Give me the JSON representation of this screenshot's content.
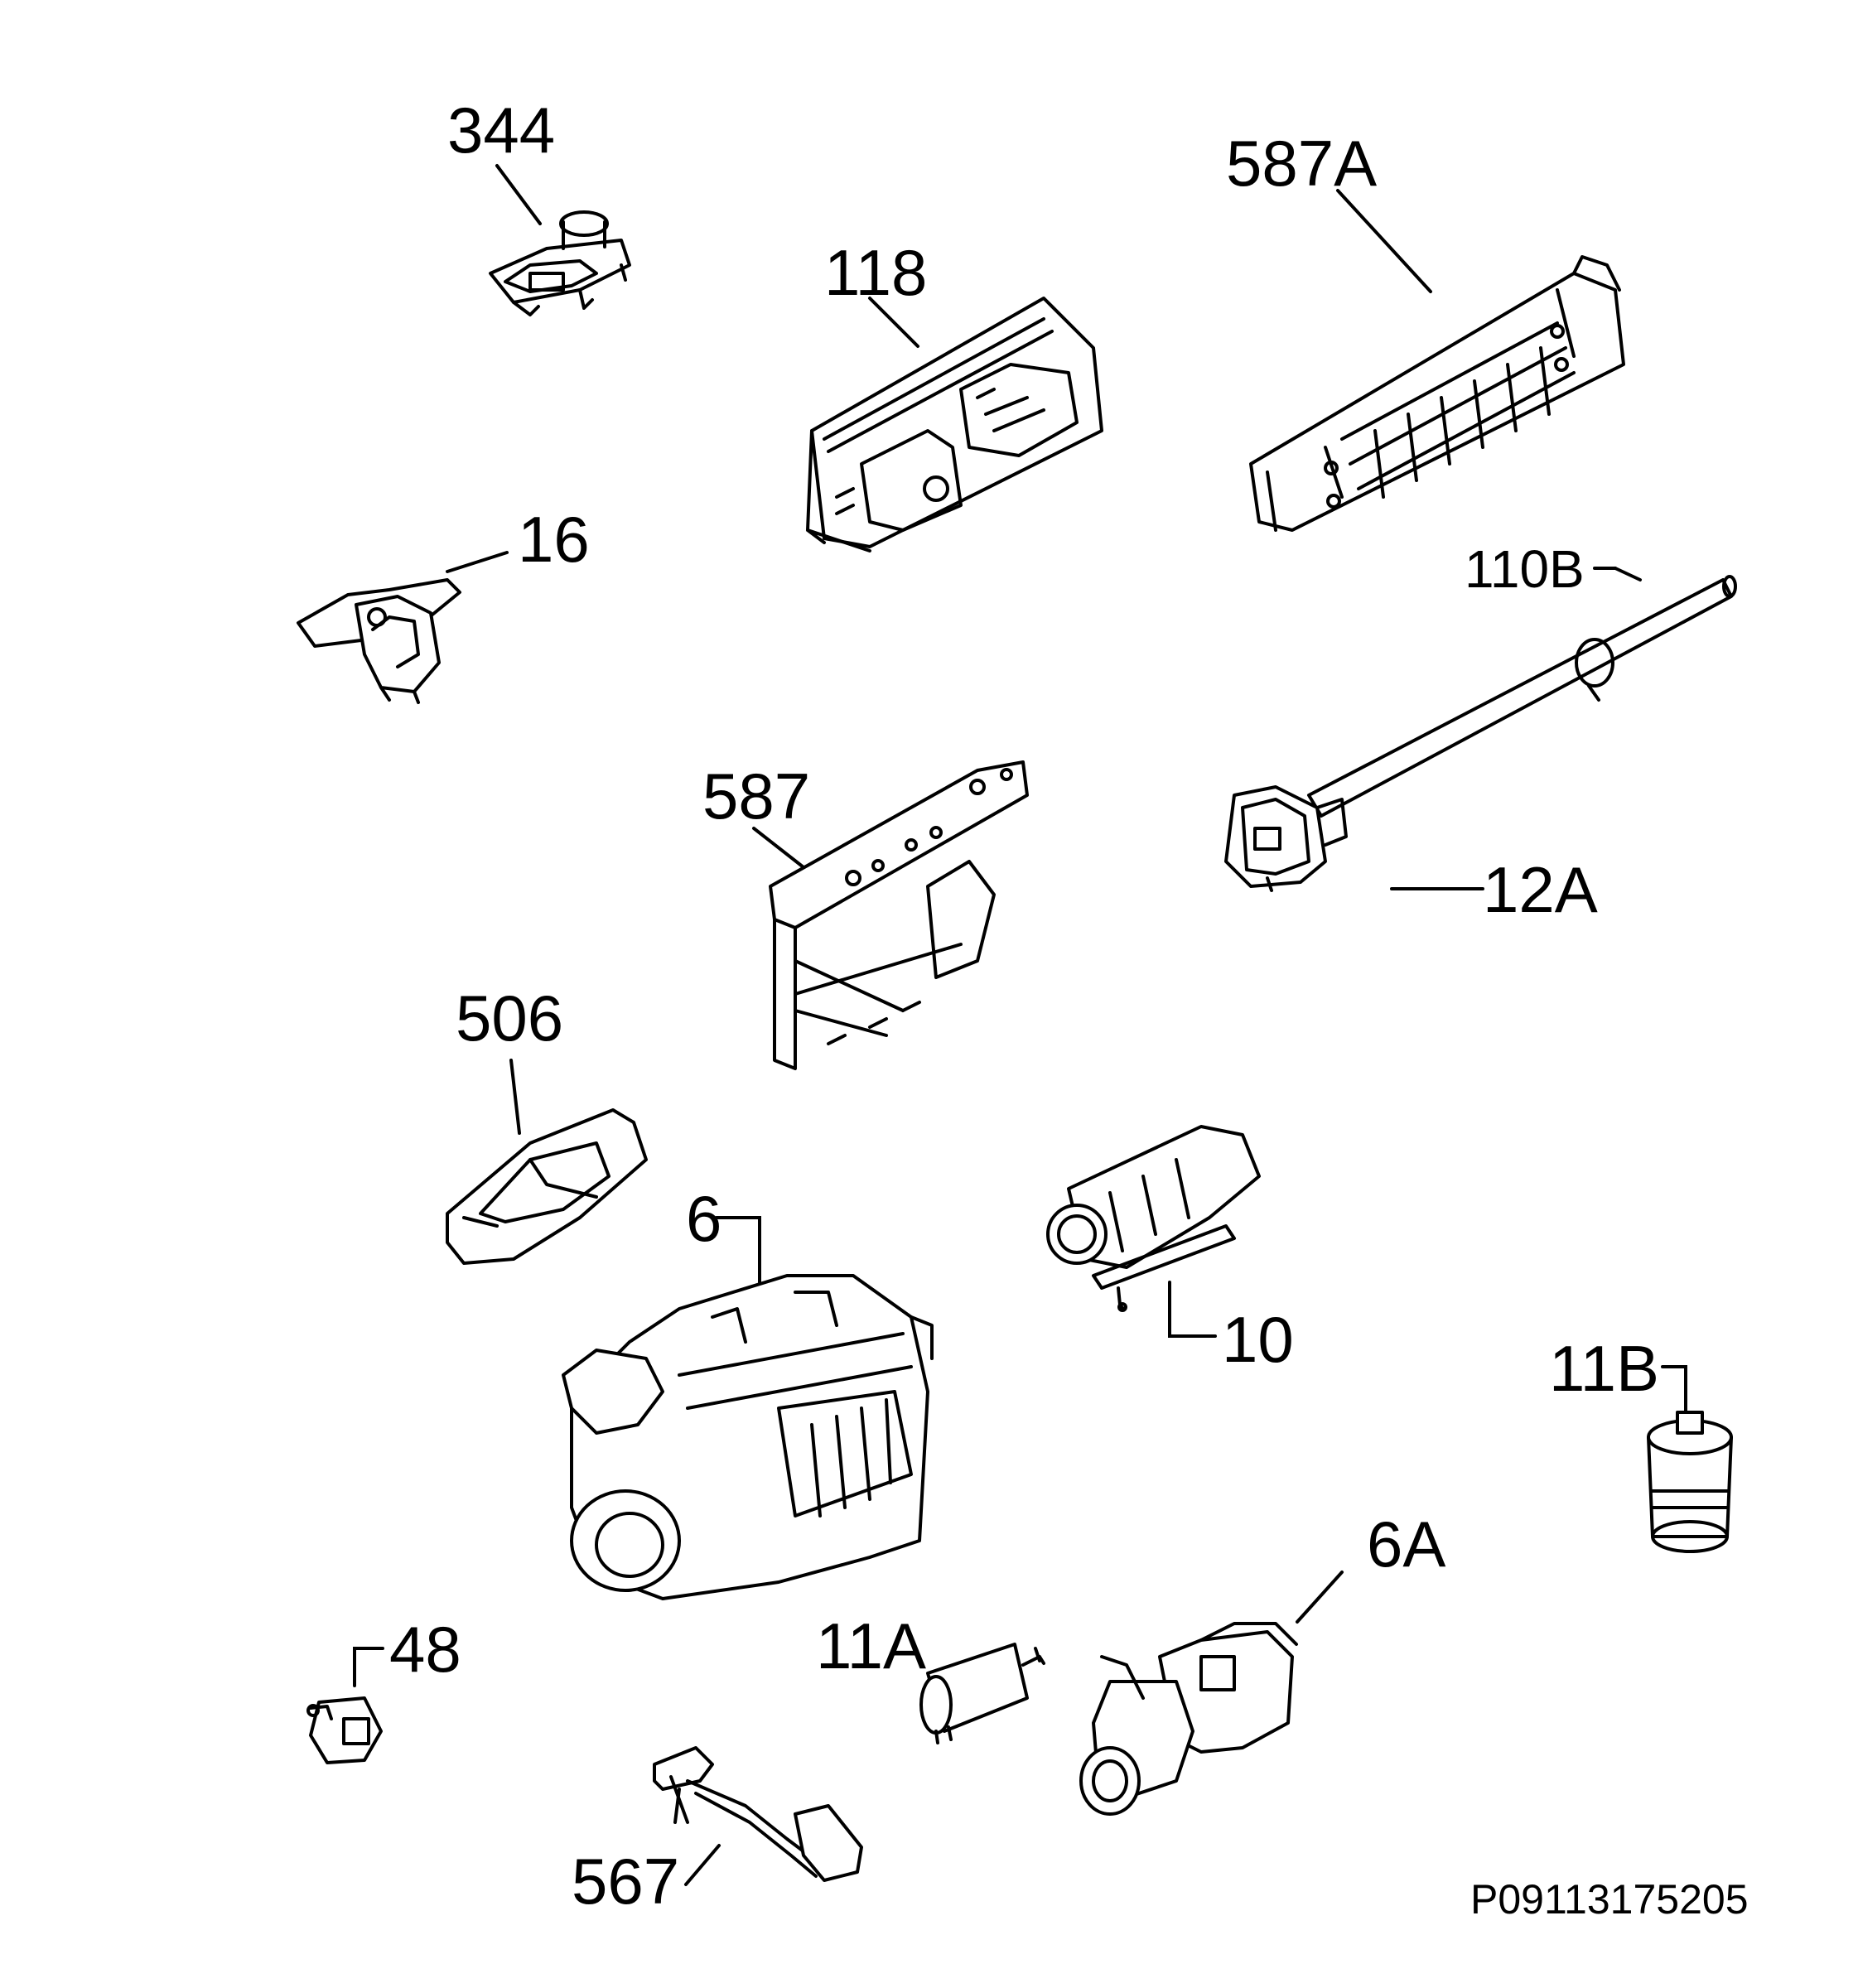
{
  "diagram": {
    "parts": [
      {
        "id": "p344",
        "label": "344"
      },
      {
        "id": "p587A",
        "label": "587A"
      },
      {
        "id": "p118",
        "label": "118"
      },
      {
        "id": "p16",
        "label": "16"
      },
      {
        "id": "p110B",
        "label": "110B"
      },
      {
        "id": "p587",
        "label": "587"
      },
      {
        "id": "p12A",
        "label": "12A"
      },
      {
        "id": "p506",
        "label": "506"
      },
      {
        "id": "p6",
        "label": "6"
      },
      {
        "id": "p10",
        "label": "10"
      },
      {
        "id": "p11B",
        "label": "11B"
      },
      {
        "id": "p6A",
        "label": "6A"
      },
      {
        "id": "p48",
        "label": "48"
      },
      {
        "id": "p11A",
        "label": "11A"
      },
      {
        "id": "p567",
        "label": "567"
      }
    ],
    "code": "P09113175205"
  }
}
